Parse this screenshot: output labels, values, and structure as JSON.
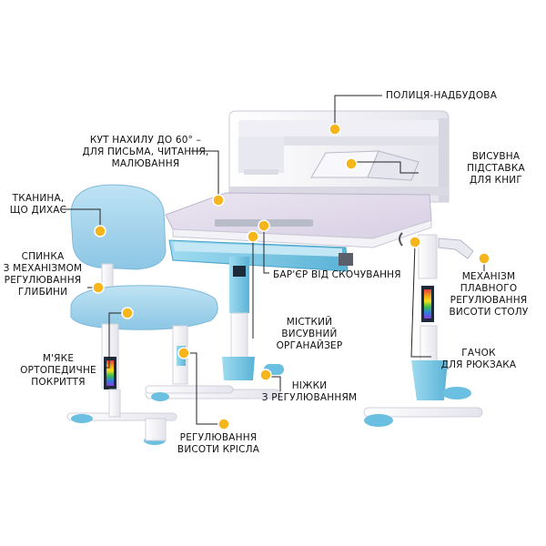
{
  "colors": {
    "desk_white": "#f4f4f8",
    "desk_top": "#e3dcec",
    "accent_blue": "#8fd0e8",
    "accent_blue_dark": "#5fb7d9",
    "chair_blue": "#a9d6ee",
    "marker": "#f5b51b",
    "line": "#222222"
  },
  "callouts": {
    "shelf": [
      "ПОЛИЦЯ-НАДБУДОВА"
    ],
    "tilt": [
      "КУТ НАХИЛУ ДО 60° –",
      "ДЛЯ ПИСЬМА, ЧИТАННЯ,",
      "МАЛЮВАННЯ"
    ],
    "book_stand": [
      "ВИСУВНА",
      "ПІДСТАВКА",
      "ДЛЯ КНИГ"
    ],
    "fabric": [
      "ТКАНИНА,",
      "ЩО ДИХАЄ"
    ],
    "backrest": [
      "СПИНКА",
      "З МЕХАНІЗМОМ",
      "РЕГУЛЮВАННЯ",
      "ГЛИБИНИ"
    ],
    "barrier": [
      "БАР'ЄР ВІД СКОЧУВАННЯ"
    ],
    "mechanism": [
      "МЕХАНІЗМ",
      "ПЛАВНОГО",
      "РЕГУЛЮВАННЯ",
      "ВИСОТИ СТОЛУ"
    ],
    "organizer": [
      "МІСТКИЙ",
      "ВИСУВНИЙ",
      "ОРГАНАЙЗЕР"
    ],
    "hook": [
      "ГАЧОК",
      "ДЛЯ РЮКЗАКА"
    ],
    "seat": [
      "М'ЯКЕ",
      "ОРТОПЕДИЧНЕ",
      "ПОКРИТТЯ"
    ],
    "legs": [
      "НІЖКИ",
      "З РЕГУЛЮВАННЯМ"
    ],
    "chair_height": [
      "РЕГУЛЮВАННЯ",
      "ВИСОТИ КРІСЛА"
    ]
  }
}
